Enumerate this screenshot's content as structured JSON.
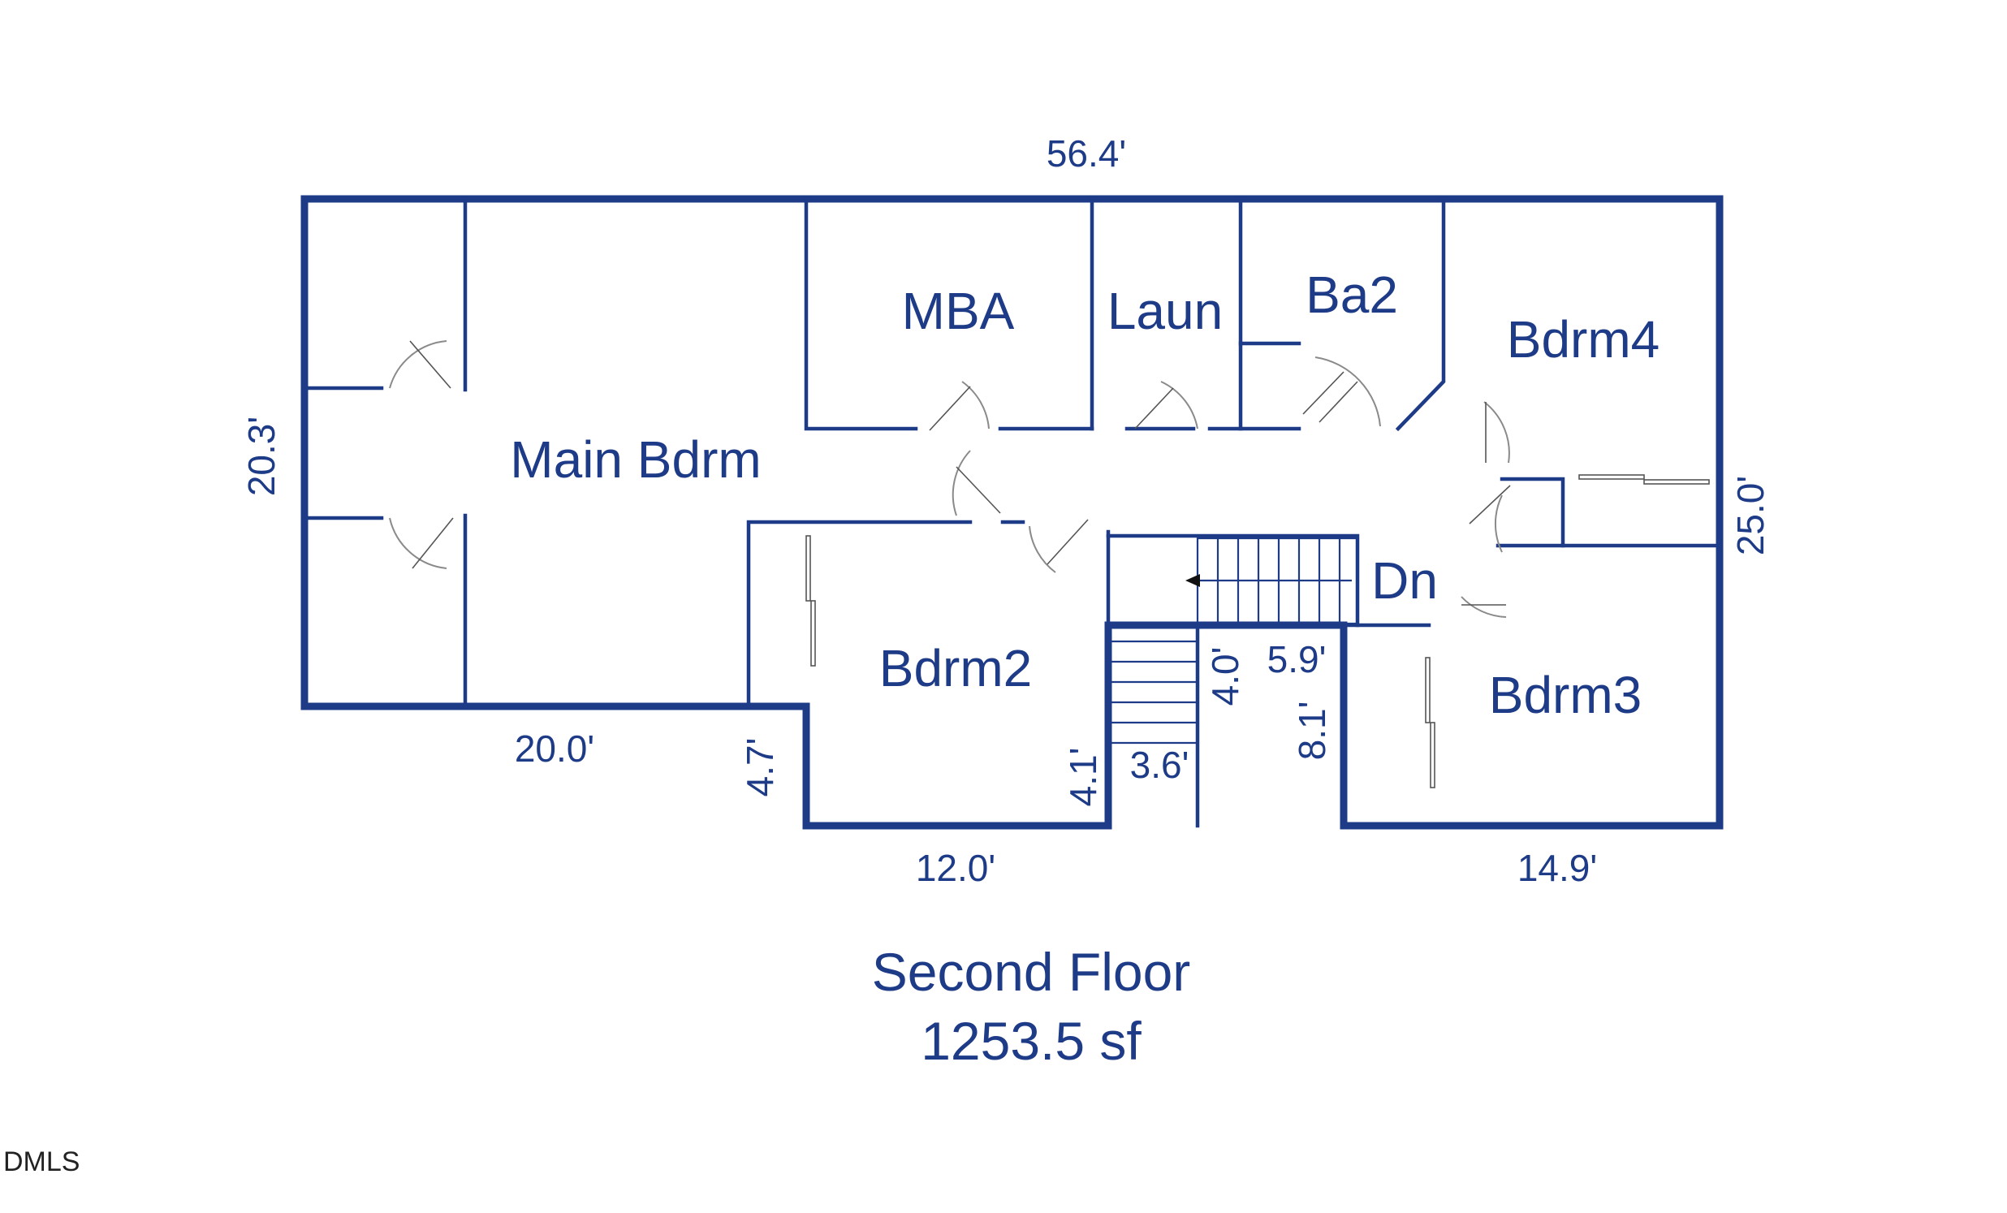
{
  "colors": {
    "wall": "#1d3b87",
    "text": "#1d3b87",
    "door": "#555555"
  },
  "rooms": {
    "main_bdrm": "Main Bdrm",
    "mba": "MBA",
    "laun": "Laun",
    "ba2": "Ba2",
    "bdrm4": "Bdrm4",
    "bdrm2": "Bdrm2",
    "bdrm3": "Bdrm3",
    "dn": "Dn"
  },
  "dimensions": {
    "overall_width": "56.4'",
    "left_height": "20.3'",
    "right_height": "25.0'",
    "main_bdrm_width": "20.0'",
    "bdrm2_offset": "4.7'",
    "bdrm2_width": "12.0'",
    "bdrm2_step": "4.1'",
    "stair_width": "3.6'",
    "stair_depth": "4.0'",
    "landing_width": "5.9'",
    "bdrm3_offset": "8.1'",
    "bdrm3_width": "14.9'"
  },
  "footer": {
    "floor_name": "Second Floor",
    "area": "1253.5 sf"
  },
  "watermark": "DMLS"
}
